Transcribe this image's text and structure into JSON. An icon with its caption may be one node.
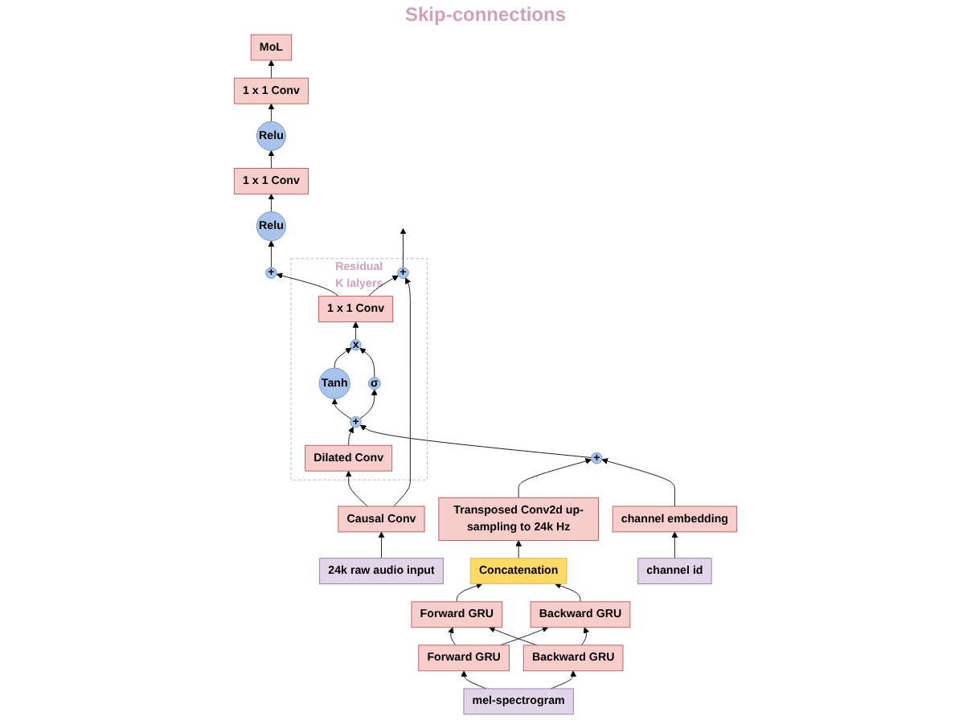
{
  "diagram": {
    "nodes": [
      {
        "text": [
          "Residual",
          "K lalyers"
        ]
      },
      {
        "text": [
          "+"
        ],
        "in": 0
      },
      {
        "text": [
          "1 x 1 Conv"
        ],
        "in": 0
      },
      {
        "text": [
          "Tanh"
        ],
        "in": 0
      },
      {
        "text": [
          "x"
        ],
        "in": 0
      },
      {
        "text": [
          "σ"
        ],
        "in": 0
      },
      {
        "text": [
          "+"
        ],
        "in": 0
      },
      {
        "text": [
          "Dilated Conv"
        ],
        "in": 0
      },
      {
        "text": [
          "+"
        ]
      },
      {
        "text": [
          "Relu"
        ]
      },
      {
        "text": [
          "1 x 1 Conv"
        ]
      },
      {
        "text": [
          "Relu"
        ]
      },
      {
        "text": [
          "1 x 1 Conv"
        ]
      },
      {
        "text": [
          "MoL"
        ]
      },
      {
        "text": [
          "+"
        ]
      },
      {
        "text": [
          "Transposed Conv2d up-sampling to 24k Hz"
        ]
      },
      {
        "text": [
          "Concatenation"
        ]
      },
      {
        "text": [
          "Forward GRU"
        ]
      },
      {
        "text": [
          "Backward GRU"
        ]
      },
      {
        "text": [
          "channel embedding"
        ]
      },
      {
        "text": [
          "Forward GRU"
        ]
      },
      {
        "text": [
          "Backward GRU"
        ]
      },
      {
        "text": [
          "Causal Conv"
        ]
      },
      {
        "text": [
          "24k raw audio input"
        ]
      },
      {
        "text": [
          "channel id"
        ]
      },
      {
        "text": [
          "mel-spectrogram"
        ]
      }
    ],
    "edges": [
      {
        "from": 1,
        "to": null,
        "arrow": "to"
      },
      {
        "from": 2,
        "to": 1,
        "arrow": "to"
      },
      {
        "from": 4,
        "to": 2,
        "arrow": "to"
      },
      {
        "from": 3,
        "to": 4,
        "arrow": "to"
      },
      {
        "from": 5,
        "to": 4,
        "arrow": "to"
      },
      {
        "from": 6,
        "to": 3,
        "arrow": "to"
      },
      {
        "from": 6,
        "to": 5,
        "arrow": "to"
      },
      {
        "from": 7,
        "to": 6,
        "arrow": "to"
      },
      {
        "from": 22,
        "to": 7,
        "arrow": "to"
      },
      {
        "from": 22,
        "to": 1,
        "arrow": "to"
      },
      {
        "from": 2,
        "to": 8,
        "arrow": "to"
      },
      {
        "from": 8,
        "to": 9,
        "arrow": "to"
      },
      {
        "from": 9,
        "to": 10,
        "arrow": "to"
      },
      {
        "from": 10,
        "to": 11,
        "arrow": "to"
      },
      {
        "from": 11,
        "to": 12,
        "arrow": "to"
      },
      {
        "from": 12,
        "to": 13,
        "arrow": "to"
      },
      {
        "from": 15,
        "to": 14,
        "arrow": "to"
      },
      {
        "from": 14,
        "to": 6,
        "arrow": "to"
      },
      {
        "from": 19,
        "to": 14,
        "arrow": "to"
      },
      {
        "from": 16,
        "to": 15,
        "arrow": "to"
      },
      {
        "from": 17,
        "to": 16,
        "arrow": "to"
      },
      {
        "from": 18,
        "to": 16,
        "arrow": "to"
      },
      {
        "from": 20,
        "to": 17,
        "arrow": "to"
      },
      {
        "from": 20,
        "to": 18,
        "arrow": "to"
      },
      {
        "from": 21,
        "to": 17,
        "arrow": "to"
      },
      {
        "from": 21,
        "to": 18,
        "arrow": "to"
      },
      {
        "from": 25,
        "to": 20,
        "arrow": "to"
      },
      {
        "from": 25,
        "to": 21,
        "arrow": "to"
      },
      {
        "from": 24,
        "to": 19,
        "arrow": "to"
      },
      {
        "from": 23,
        "to": 22,
        "arrow": "to"
      }
    ],
    "labels": [
      "Skip-connections"
    ]
  }
}
